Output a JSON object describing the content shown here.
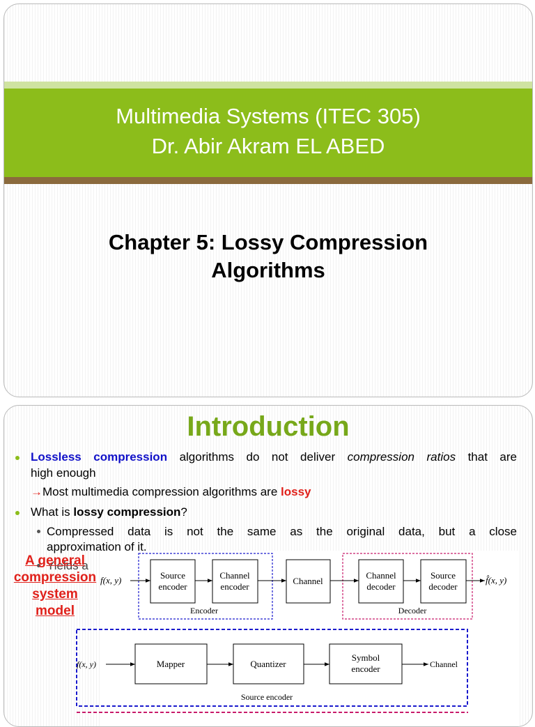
{
  "slide1": {
    "title_line1": "Multimedia Systems (ITEC 305)",
    "title_line2": "Dr. Abir Akram EL ABED",
    "chapter_line1": "Chapter 5: Lossy Compression",
    "chapter_line2": "Algorithms"
  },
  "slide2": {
    "title": "Introduction",
    "bullet1": {
      "bold": "Lossless compression",
      "text1": " algorithms do not deliver ",
      "italic": "compression ratios",
      "text2": " that are",
      "line2": "high enough"
    },
    "arrow_line": {
      "arrow": "→",
      "text": "Most multimedia compression algorithms are ",
      "red": "lossy"
    },
    "bullet2": {
      "text": "What is ",
      "bold": "lossy compression",
      "end": "?"
    },
    "sub_bullet": {
      "line1": "Compressed data is not the same as the original data, but a close",
      "line2": "approximation of it.",
      "line3": "Yields a"
    },
    "model_label": [
      "A general",
      "compression",
      "system",
      "model"
    ],
    "diagram1": {
      "input": "f(x, y)",
      "output": "f̂(x, y)",
      "source_encoder": [
        "Source",
        "encoder"
      ],
      "channel_encoder": [
        "Channel",
        "encoder"
      ],
      "channel": "Channel",
      "channel_decoder": [
        "Channel",
        "decoder"
      ],
      "source_decoder": [
        "Source",
        "decoder"
      ],
      "encoder_label": "Encoder",
      "decoder_label": "Decoder"
    },
    "diagram2": {
      "input": "f(x, y)",
      "mapper": "Mapper",
      "quantizer": "Quantizer",
      "symbol_encoder": [
        "Symbol",
        "encoder"
      ],
      "output": "Channel",
      "caption": "Source encoder"
    }
  }
}
